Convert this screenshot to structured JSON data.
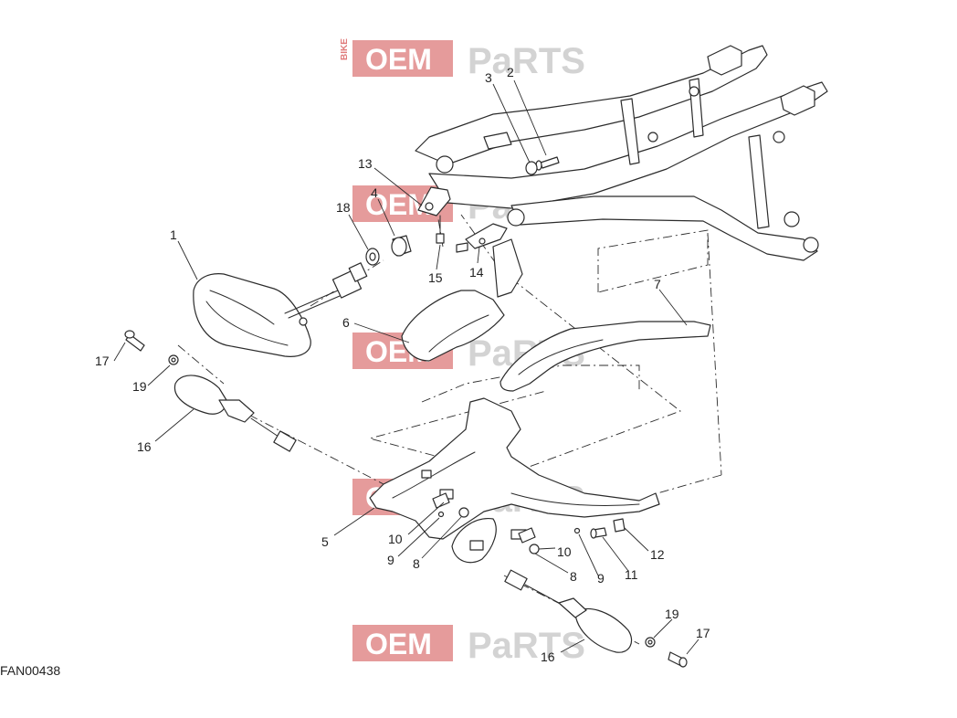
{
  "diagram": {
    "drawing_code": "FAN00438",
    "watermark": {
      "brand_left": "OEM",
      "brand_middle": "BIKE",
      "brand_right": "PaRTS",
      "color_red": "#e08b8b",
      "color_grey": "#d3d3d3"
    },
    "callouts": [
      "1",
      "2",
      "3",
      "4",
      "5",
      "6",
      "7",
      "8",
      "8",
      "9",
      "9",
      "10",
      "10",
      "11",
      "12",
      "13",
      "14",
      "15",
      "16",
      "16",
      "17",
      "17",
      "18",
      "19",
      "19"
    ]
  }
}
